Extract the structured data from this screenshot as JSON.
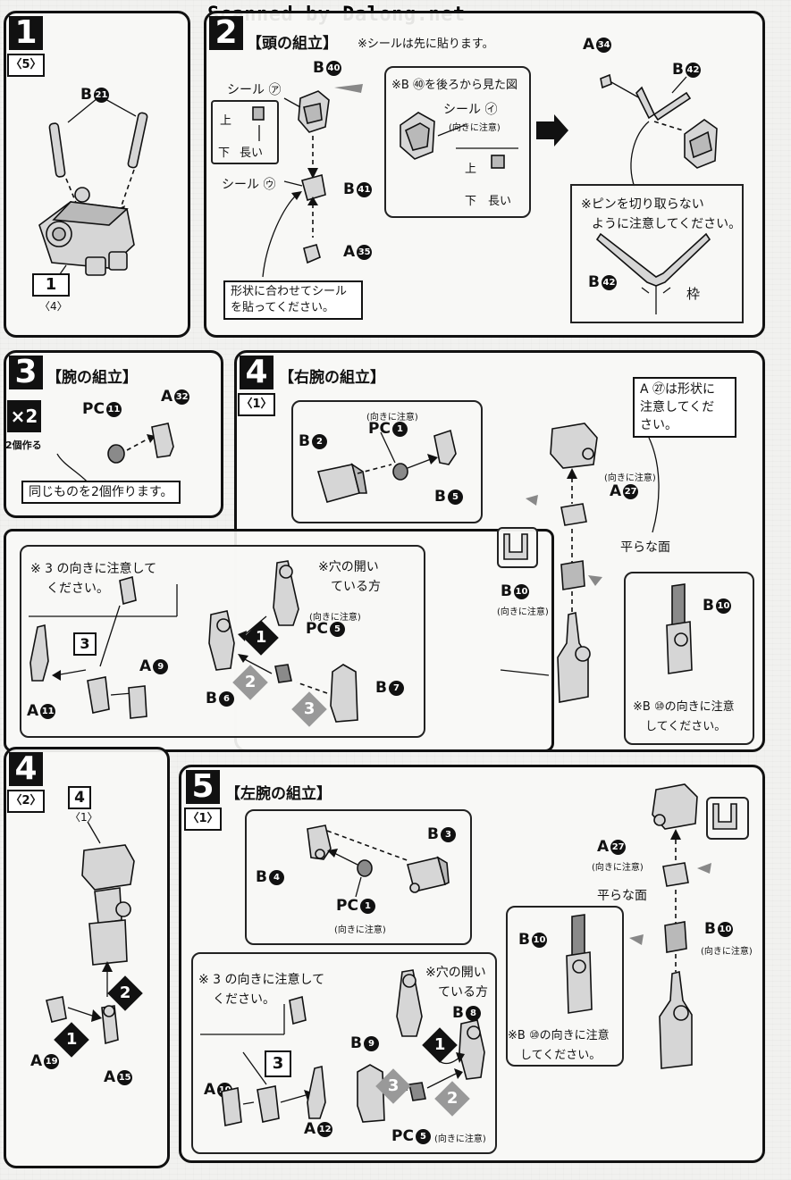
{
  "watermark": "Scanned by Dalong.net",
  "step1": {
    "number": "1",
    "sub": "〈5〉",
    "part_b21": "B",
    "part_b21_num": "21",
    "ref_number": "1",
    "ref_sub": "〈4〉"
  },
  "step2": {
    "number": "2",
    "title": "【頭の組立】",
    "note": "※シールは先に貼ります。",
    "b40": "B",
    "b40_num": "40",
    "b41": "B",
    "b41_num": "41",
    "a35": "A",
    "a35_num": "35",
    "seal_a": "シール ㋐",
    "seal_u": "シール ㋒",
    "seal_i": "シール ㋑",
    "up": "上",
    "down": "下",
    "long": "長い",
    "back_view": "※B ㊵を後ろから見た図",
    "careful_dir": "(向きに注意)",
    "shape_box_line1": "形状に合わせてシール",
    "shape_box_line2": "を貼ってください。",
    "a34": "A",
    "a34_num": "34",
    "b42": "B",
    "b42_num": "42",
    "pin_note_line1": "※ピンを切り取らない",
    "pin_note_line2": "ように注意してください。",
    "b42_bottom": "B",
    "b42_bottom_num": "42",
    "frame": "枠"
  },
  "step3": {
    "number": "3",
    "title": "【腕の組立】",
    "x2": "×2",
    "make2": "2個作る",
    "pc11": "PC",
    "pc11_num": "11",
    "a32": "A",
    "a32_num": "32",
    "same_note": "同じものを2個作ります。"
  },
  "step4": {
    "number": "4",
    "sub": "〈1〉",
    "title": "【右腕の組立】",
    "b2": "B",
    "b2_num": "2",
    "pc1": "PC",
    "pc1_num": "1",
    "careful_dir": "(向きに注意)",
    "b5": "B",
    "b5_num": "5",
    "a27_note_line1": "A ㉗は形状に",
    "a27_note_line2": "注意してくだ",
    "a27_note_line3": "さい。",
    "a27": "A",
    "a27_num": "27",
    "flat_face": "平らな面",
    "b10": "B",
    "b10_num": "10",
    "b10_note_line1": "※B ⑩の向きに注意",
    "b10_note_line2": "してください。",
    "step3_note_line1": "※ 3 の向きに注意して",
    "step3_note_line2": "ください。",
    "hole_note_line1": "※穴の開い",
    "hole_note_line2": "ている方",
    "pc5": "PC",
    "pc5_num": "5",
    "a9": "A",
    "a9_num": "9",
    "a11": "A",
    "a11_num": "11",
    "b6": "B",
    "b6_num": "6",
    "b7": "B",
    "b7_num": "7",
    "box3": "3"
  },
  "step4b": {
    "number": "4",
    "sub": "〈2〉",
    "ref_number": "4",
    "ref_sub": "〈1〉",
    "a19": "A",
    "a19_num": "19",
    "a15": "A",
    "a15_num": "15"
  },
  "step5": {
    "number": "5",
    "sub": "〈1〉",
    "title": "【左腕の組立】",
    "b3": "B",
    "b3_num": "3",
    "b4": "B",
    "b4_num": "4",
    "pc1": "PC",
    "pc1_num": "1",
    "careful_dir": "(向きに注意)",
    "a27": "A",
    "a27_num": "27",
    "flat_face": "平らな面",
    "b10": "B",
    "b10_num": "10",
    "b10_note_line1": "※B ⑩の向きに注意",
    "b10_note_line2": "してください。",
    "step3_note_line1": "※ 3 の向きに注意して",
    "step3_note_line2": "ください。",
    "hole_note_line1": "※穴の開い",
    "hole_note_line2": "ている方",
    "b8": "B",
    "b8_num": "8",
    "b9": "B",
    "b9_num": "9",
    "a10": "A",
    "a10_num": "10",
    "a12": "A",
    "a12_num": "12",
    "pc5": "PC",
    "pc5_num": "5",
    "box3": "3"
  }
}
